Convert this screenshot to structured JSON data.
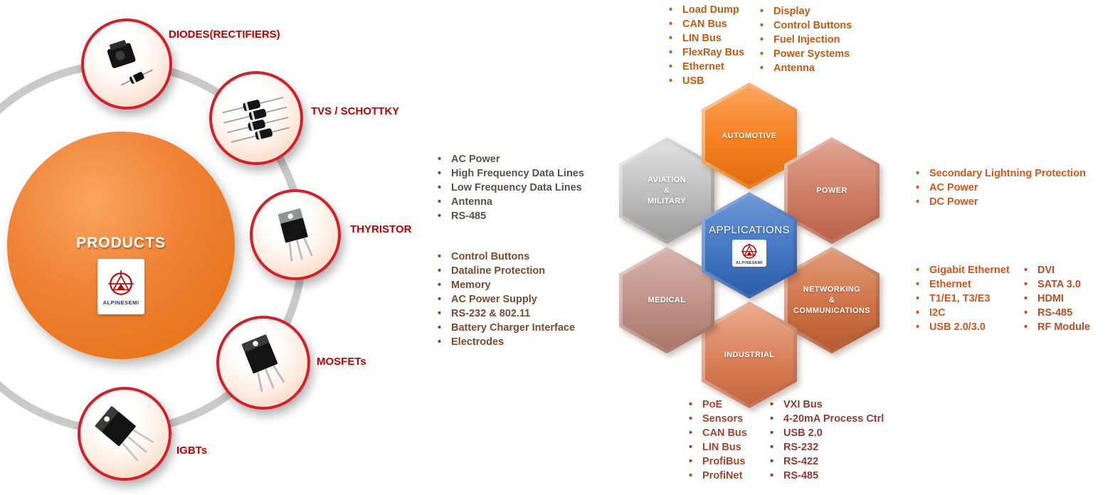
{
  "brand": "ALPINESEMI",
  "products": {
    "title": "PRODUCTS",
    "items": [
      {
        "id": "diodes",
        "label": "DIODES(RECTIFIERS)"
      },
      {
        "id": "tvs",
        "label": "TVS / SCHOTTKY"
      },
      {
        "id": "thyristor",
        "label": "THYRISTOR"
      },
      {
        "id": "mosfets",
        "label": "MOSFETs"
      },
      {
        "id": "igbts",
        "label": "IGBTs"
      }
    ]
  },
  "applications": {
    "center_label": "APPLICATIONS",
    "hexagons": [
      {
        "id": "automotive",
        "label": "AUTOMOTIVE"
      },
      {
        "id": "power",
        "label": "POWER"
      },
      {
        "id": "networking",
        "label": "NETWORKING\n&\nCOMMUNICATIONS"
      },
      {
        "id": "industrial",
        "label": "INDUSTRIAL"
      },
      {
        "id": "medical",
        "label": "MEDICAL"
      },
      {
        "id": "aviation",
        "label": "AVIATION\n&\nMILITARY"
      }
    ]
  },
  "lists": {
    "automotive": {
      "col1": [
        "Load Dump",
        "CAN Bus",
        "LIN Bus",
        "FlexRay Bus",
        "Ethernet",
        "USB"
      ],
      "col2": [
        "Display",
        "Control Buttons",
        "Fuel Injection",
        "Power Systems",
        "Antenna"
      ]
    },
    "aviation": [
      "AC Power",
      "High Frequency Data Lines",
      "Low Frequency Data Lines",
      "Antenna",
      "RS-485"
    ],
    "medical": [
      "Control Buttons",
      "Dataline Protection",
      "Memory",
      "AC Power Supply",
      "RS-232 & 802.11",
      "Battery Charger Interface",
      "Electrodes"
    ],
    "power": [
      "Secondary Lightning Protection",
      "AC Power",
      "DC Power"
    ],
    "networking": {
      "col1": [
        "Gigabit Ethernet",
        "Ethernet",
        "T1/E1, T3/E3",
        "I2C",
        "USB 2.0/3.0"
      ],
      "col2": [
        "DVI",
        "SATA 3.0",
        "HDMI",
        "RS-485",
        "RF Module"
      ]
    },
    "industrial": {
      "col1": [
        "PoE",
        "Sensors",
        "CAN Bus",
        "LIN Bus",
        "ProfiBus",
        "ProfiNet"
      ],
      "col2": [
        "VXI Bus",
        "4-20mA Process Ctrl",
        "USB 2.0",
        "RS-232",
        "RS-422",
        "RS-485"
      ]
    }
  },
  "colors": {
    "product_label_red": "#c00000",
    "products_circle_orange": "#ed7d31",
    "ring_gray": "#c9c9c9",
    "hex_automotive": "#f5801f",
    "hex_power": "#ce7d63",
    "hex_networking": "#ce7348",
    "hex_industrial": "#d98059",
    "hex_medical": "#c09186",
    "hex_aviation": "#bdbdbd",
    "hex_applications_blue": "#4377c2",
    "list_automotive": "#c55a11",
    "list_aviation": "#57524a",
    "list_medical": "#7a4a2e",
    "list_power": "#d4551a",
    "list_networking": "#d4551a",
    "list_industrial": "#a8432b",
    "brand_blue": "#16387f"
  }
}
